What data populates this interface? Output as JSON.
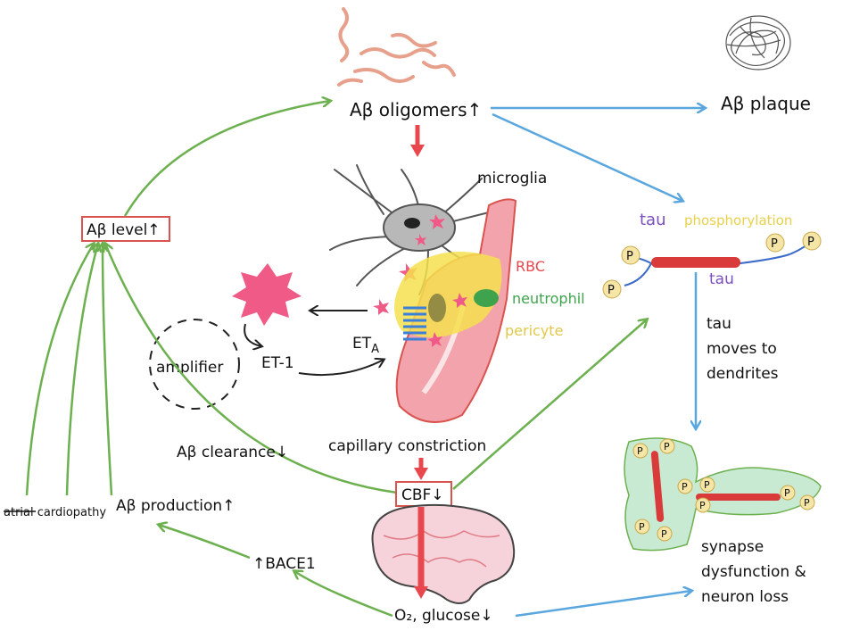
{
  "labels": {
    "ab_oligomers": "Aβ oligomers↑",
    "ab_plaque": "Aβ plaque",
    "microglia": "microglia",
    "rbc": "RBC",
    "neutrophil": "neutrophil",
    "pericyte": "pericyte",
    "tau_phos": "phosphorylation",
    "tau_prefix": "tau",
    "tau_strand": "tau",
    "tau_moves_1": "tau",
    "tau_moves_2": "moves to",
    "tau_moves_3": "dendrites",
    "ab_level": "Aβ level↑",
    "amplifier": "amplifier",
    "et1": "ET-1",
    "eta": "ET",
    "eta_sub": "A",
    "ab_clearance": "Aβ clearance↓",
    "capillary_constriction": "capillary constriction",
    "cbf": "CBF↓",
    "atrial": "atrial cardiopathy",
    "ab_production": "Aβ production↑",
    "bace1": "↑BACE1",
    "o2_glucose": "O₂, glucose↓",
    "synapse_1": "synapse",
    "synapse_2": "dysfunction &",
    "synapse_3": "neuron loss",
    "p_label": "P"
  },
  "colors": {
    "green_arrow": "#6db04f",
    "blue_arrow": "#5aa6de",
    "red_arrow": "#e8474e",
    "box_border": "#d9534f",
    "microglia_body": "#8c8c8c",
    "star_pink": "#ef5a86",
    "vessel": "#e9828a",
    "pericyte_yellow": "#f4e04d",
    "neutrophil_green": "#3fa34d",
    "tau_red": "#d93a3a",
    "p_yellow": "#f5e6a8",
    "dendrite_green": "#c9ead2",
    "brain_pink": "#f6d3da",
    "tau_purple": "#7b4fbd",
    "pericyte_text": "#e2c84a",
    "phos_text": "#e8d04a"
  }
}
